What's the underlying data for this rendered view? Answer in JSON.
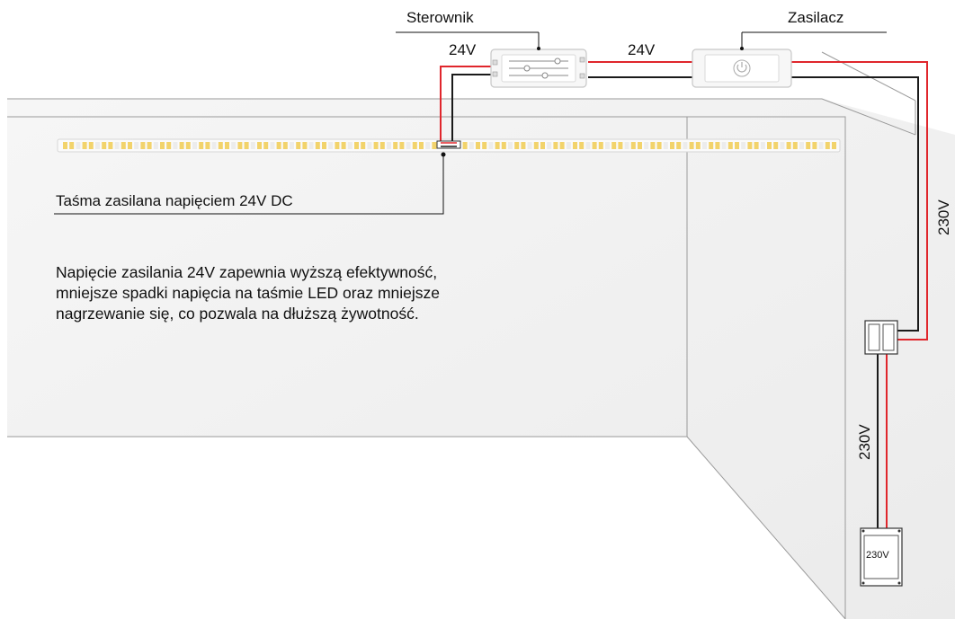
{
  "labels": {
    "controller": "Sterownik",
    "power_supply": "Zasilacz",
    "voltage_left": "24V",
    "voltage_mid": "24V",
    "voltage_right_vertical": "230V",
    "voltage_lower_vertical": "230V",
    "socket_label": "230V",
    "strip_label": "Taśma zasilana napięciem 24V DC"
  },
  "description": "Napięcie zasilania 24V zapewnia wyższą efektywność,\nmniejsze spadki napięcia na taśmie LED oraz mniejsze\nnagrzewanie się, co pozwala na dłuższą żywotność.",
  "colors": {
    "wire_positive": "#e0262c",
    "wire_negative": "#1a1a1a",
    "led_warm": "#f2d36b",
    "led_cool": "#ececec",
    "wall_shade": "#efefef"
  },
  "icons": [
    "power-icon",
    "slider-icon",
    "socket-icon"
  ]
}
